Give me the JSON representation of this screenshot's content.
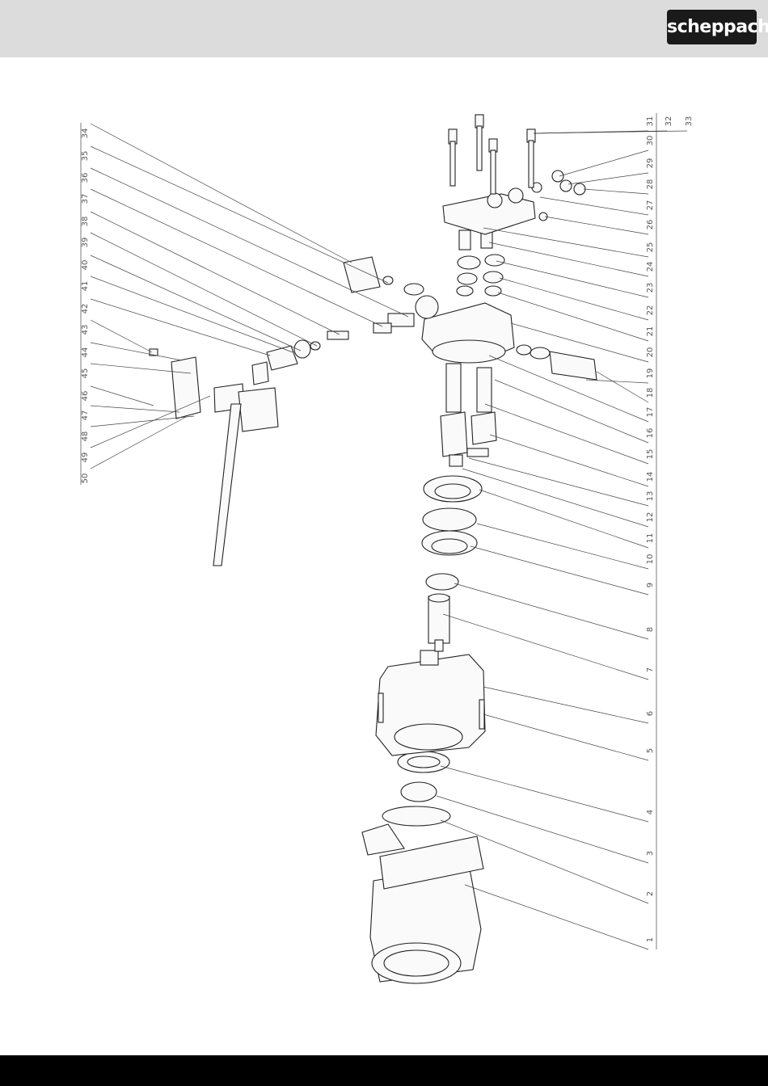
{
  "brand": {
    "logo_text": "scheppach"
  },
  "colors": {
    "header_bg": "#dcdcdc",
    "footer_bg": "#000000",
    "logo_bg": "#1a1a1a",
    "logo_fg": "#ffffff"
  },
  "diagram": {
    "callouts_right": [
      "1",
      "2",
      "3",
      "4",
      "5",
      "6",
      "7",
      "8",
      "9",
      "10",
      "11",
      "12",
      "13",
      "14",
      "15",
      "16",
      "17",
      "18",
      "19",
      "20",
      "21",
      "22",
      "23",
      "24",
      "25",
      "26",
      "27",
      "28",
      "29",
      "30",
      "31",
      "32",
      "33"
    ],
    "callouts_left": [
      "34",
      "35",
      "36",
      "37",
      "38",
      "39",
      "40",
      "41",
      "42",
      "43",
      "44",
      "45",
      "46",
      "47",
      "48",
      "49",
      "50"
    ]
  }
}
